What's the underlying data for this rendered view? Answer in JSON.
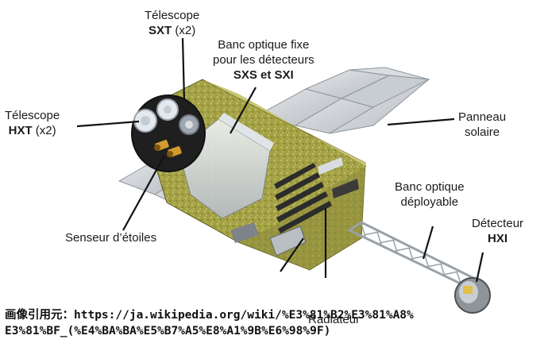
{
  "labels": {
    "sxt": {
      "line1": "Télescope",
      "bold": "SXT",
      "suffix": " (x2)"
    },
    "hxt": {
      "line1": "Télescope",
      "bold": "HXT",
      "suffix": " (x2)"
    },
    "bench": {
      "line1": "Banc optique fixe",
      "line2": "pour les détecteurs",
      "bold": "SXS et SXI"
    },
    "panel": {
      "line1": "Panneau",
      "line2": "solaire"
    },
    "deploy": {
      "line1": "Banc optique",
      "line2": "déployable"
    },
    "hxi": {
      "line1": "Détecteur",
      "bold": "HXI"
    },
    "star": {
      "line1": "Senseur d’étoiles"
    },
    "radiator": {
      "line1": "Radiateur"
    }
  },
  "credit": {
    "line1": "画像引用元：https://ja.wikipedia.org/wiki/%E3%81%B2%E3%81%A8%",
    "line2": "E3%81%BF_(%E4%BA%BA%E5%B7%A5%E8%A1%9B%E6%98%9F)"
  },
  "colors": {
    "panel": "#cfd3d6",
    "foil": "#9a9a3a",
    "foil_light": "#b8b65a",
    "body_shadow": "#6f6f2e",
    "boom": "#9aa0a6",
    "lens": "#e4e9ee"
  }
}
